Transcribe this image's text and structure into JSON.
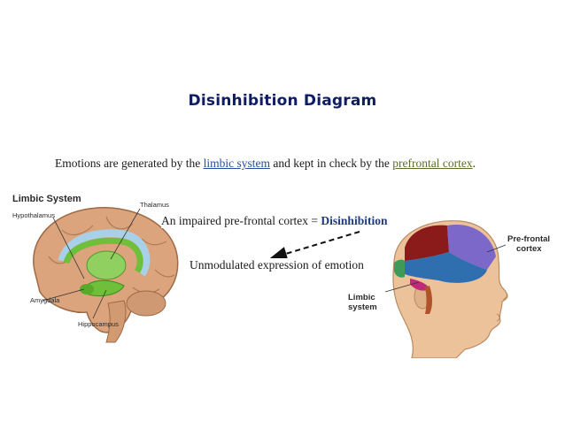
{
  "title": "Disinhibition Diagram",
  "intro": {
    "before": "Emotions are generated by the ",
    "link1": "limbic system",
    "middle": " and kept in check by the ",
    "link2": "prefrontal cortex",
    "after": "."
  },
  "statement1": {
    "text": "An impaired pre-frontal cortex = ",
    "emphasis": "Disinhibition"
  },
  "statement2": "Unmodulated expression of emotion",
  "left_figure": {
    "heading": "Limbic System",
    "labels": {
      "thalamus": "Thalamus",
      "hypothalamus": "Hypothalamus",
      "amygdala": "Amygdala",
      "hippocampus": "Hippocampus"
    }
  },
  "right_figure": {
    "prefrontal_label_line1": "Pre-frontal",
    "prefrontal_label_line2": "cortex",
    "limbic_label_line1": "Limbic",
    "limbic_label_line2": "system"
  },
  "colors": {
    "title": "#0e1d63",
    "limbic_green": "#6fbf3a",
    "brain_tan": "#d9a57a",
    "lobe_red": "#8b1a1a",
    "lobe_purple": "#7b68c8",
    "lobe_blue": "#2f6fb0",
    "lobe_green": "#3f9a5a",
    "lobe_magenta": "#c02a7a"
  }
}
